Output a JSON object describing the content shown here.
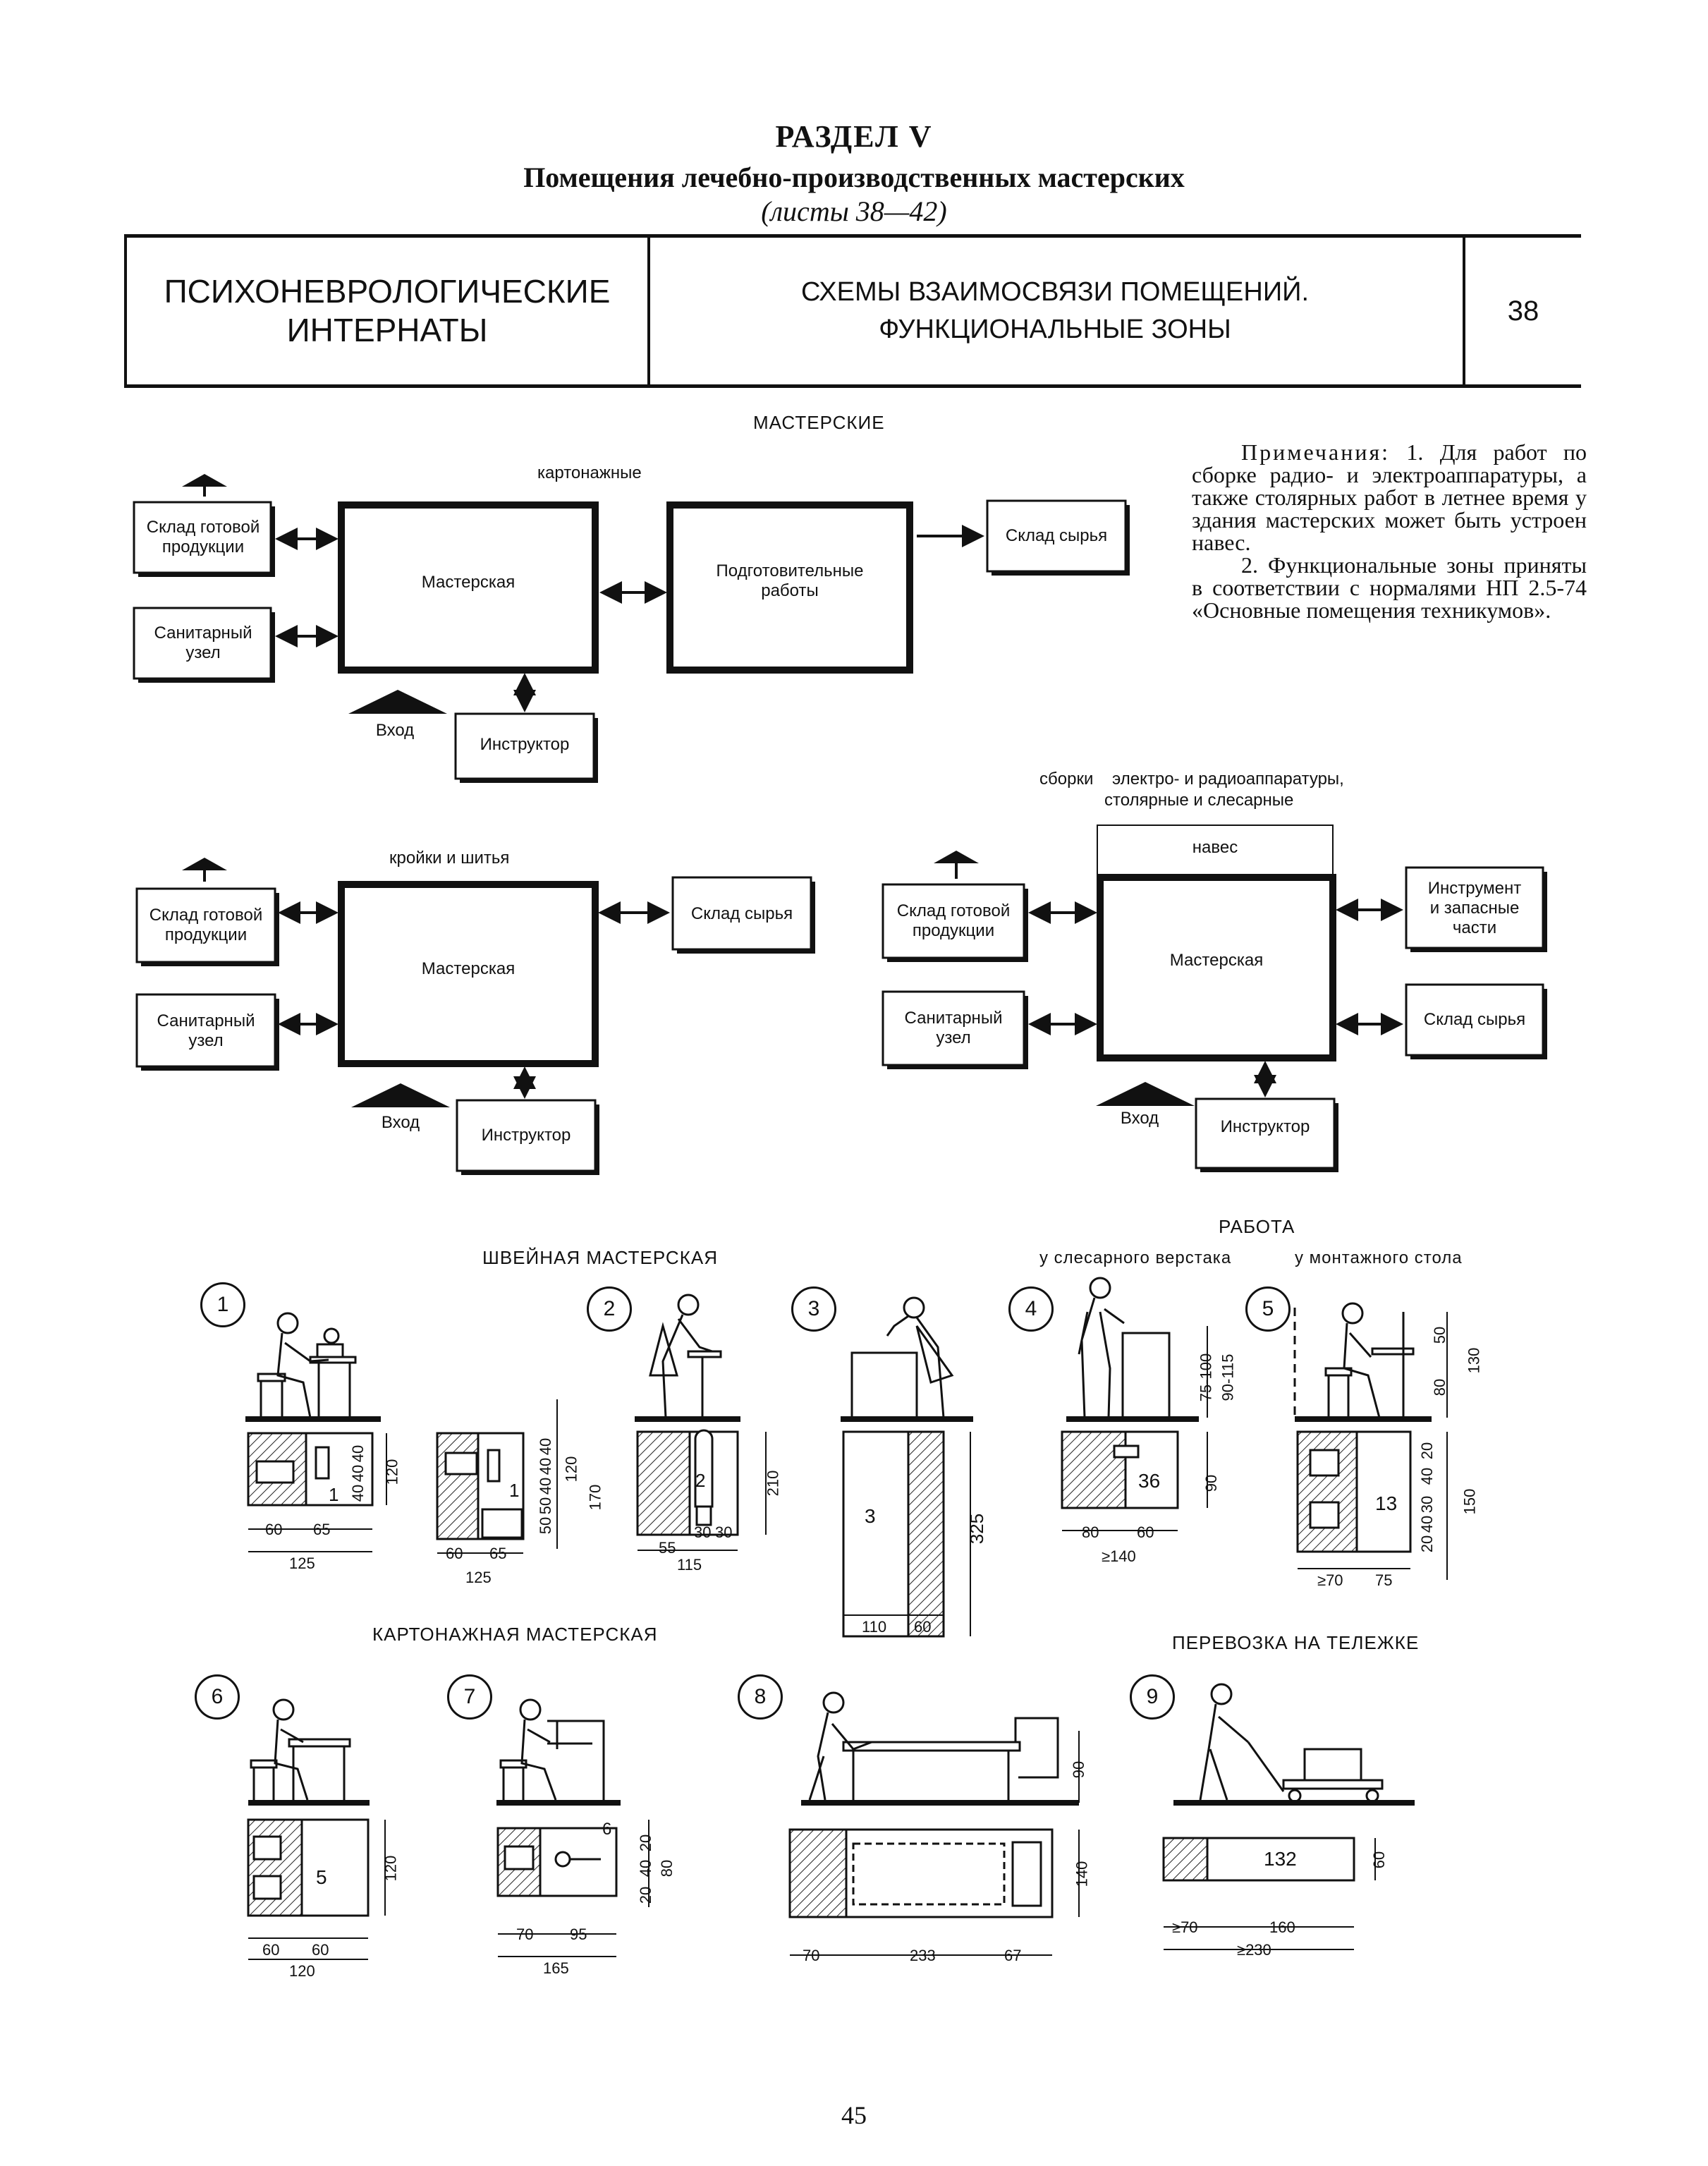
{
  "header": {
    "section": "РАЗДЕЛ V",
    "subtitle": "Помещения лечебно-производственных мастерских",
    "sheets": "(листы 38—42)"
  },
  "title_table": {
    "left": "ПСИХОНЕВРОЛОГИЧЕСКИЕ\nИНТЕРНАТЫ",
    "middle": "СХЕМЫ ВЗАИМОСВЯЗИ ПОМЕЩЕНИЙ.\nФУНКЦИОНАЛЬНЫЕ ЗОНЫ",
    "number": "38"
  },
  "notes": {
    "p1_lead": "Примечания:",
    "p1": "1. Для работ по сборке радио- и электроаппаратуры, а также столярных работ в летнее время у здания мастерских может быть устроен навес.",
    "p2": "2. Функциональные зоны приняты в соответствии с нормалями НП 2.5-74 «Основные помещения техникумов»."
  },
  "diagrams": {
    "heading": "МАСТЕРСКИЕ",
    "cardboard": {
      "title": "картонажные",
      "workshop": "Мастерская",
      "finished": "Склад готовой\nпродукции",
      "sanitary": "Санитарный\nузел",
      "prep": "Подготовительные\nработы",
      "raw": "Склад сырья",
      "entrance": "Вход",
      "instructor": "Инструктор"
    },
    "sewing": {
      "title": "кройки и шитья",
      "workshop": "Мастерская",
      "finished": "Склад готовой\nпродукции",
      "sanitary": "Санитарный\nузел",
      "raw": "Склад сырья",
      "entrance": "Вход",
      "instructor": "Инструктор"
    },
    "assembly": {
      "title_l1": "сборки    электро- и радиоаппаратуры,",
      "title_l2": "столярные и слесарные",
      "canopy": "навес",
      "workshop": "Мастерская",
      "finished": "Склад готовой\nпродукции",
      "sanitary": "Санитарный\nузел",
      "tools": "Инструмент\nи запасные\nчасти",
      "raw": "Склад сырья",
      "entrance": "Вход",
      "instructor": "Инструктор"
    }
  },
  "figures": {
    "sewing_heading": "ШВЕЙНАЯ МАСТЕРСКАЯ",
    "work_heading": "РАБОТА",
    "work_locksmith": "у слесарного верстака",
    "work_assembly": "у монтажного стола",
    "cardboard_heading": "КАРТОНАЖНАЯ МАСТЕРСКАЯ",
    "cart_heading": "ПЕРЕВОЗКА НА ТЕЛЕЖКЕ",
    "numbers": [
      "1",
      "2",
      "3",
      "4",
      "5",
      "6",
      "7",
      "8",
      "9"
    ],
    "plan_labels": {
      "f1": "1",
      "f1b": "1",
      "f2": "2",
      "f3": "3",
      "f4": "36",
      "f5": "13",
      "f6": "5",
      "f7": "6",
      "f9": "132"
    },
    "dims": {
      "f1": [
        "60",
        "65",
        "125",
        "40",
        "40",
        "40",
        "120"
      ],
      "f1b": [
        "60",
        "65",
        "125",
        "50",
        "50",
        "40",
        "40",
        "40",
        "120",
        "170"
      ],
      "f2": [
        "55",
        "30",
        "30",
        "115",
        "210"
      ],
      "f3": [
        "110",
        "60",
        "325"
      ],
      "f4": [
        "75-100",
        "90-115",
        "90",
        "80",
        "60",
        "≥140"
      ],
      "f5": [
        "50",
        "130",
        "80",
        "20",
        "40",
        "30",
        "40",
        "20",
        "150",
        "≥70",
        "75"
      ],
      "f6": [
        "60",
        "60",
        "120",
        "120"
      ],
      "f7": [
        "70",
        "95",
        "165",
        "20",
        "40",
        "20",
        "80"
      ],
      "f8": [
        "90",
        "140",
        "70",
        "233",
        "67"
      ],
      "f9": [
        "60",
        "≥70",
        "160",
        "≥230"
      ]
    }
  },
  "page_number": "45"
}
